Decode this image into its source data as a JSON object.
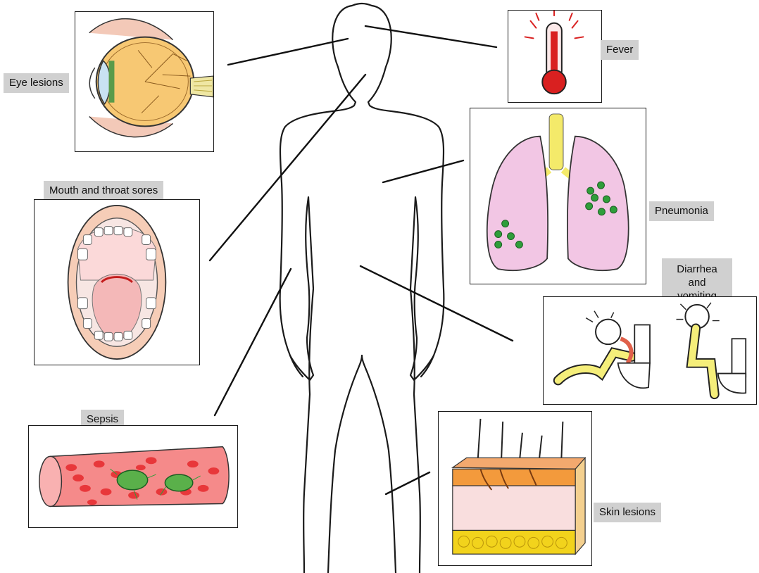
{
  "labels": {
    "eye": "Eye lesions",
    "fever": "Fever",
    "mouth": "Mouth and throat sores",
    "pneumonia": "Pneumonia",
    "diarrhea": "Diarrhea and vomiting",
    "sepsis": "Sepsis",
    "skin": "Skin lesions"
  },
  "colors": {
    "label_bg": "#d0d0d0",
    "outline": "#1a1a1a",
    "lung_pink": "#f2c6e4",
    "pathogen_green": "#2e9e3a",
    "blood_red": "#e8373a",
    "vessel_pink": "#f58a8a",
    "figure_yellow": "#f5ee7a",
    "fat_yellow": "#f2d31c",
    "skin_orange": "#f39a3c",
    "thermo_red": "#d92020"
  },
  "icons": [
    "eye-anatomy-icon",
    "thermometer-icon",
    "lungs-icon",
    "open-mouth-icon",
    "blood-vessel-icon",
    "vomiting-person-icon",
    "diarrhea-person-icon",
    "skin-section-icon",
    "human-body-outline"
  ]
}
